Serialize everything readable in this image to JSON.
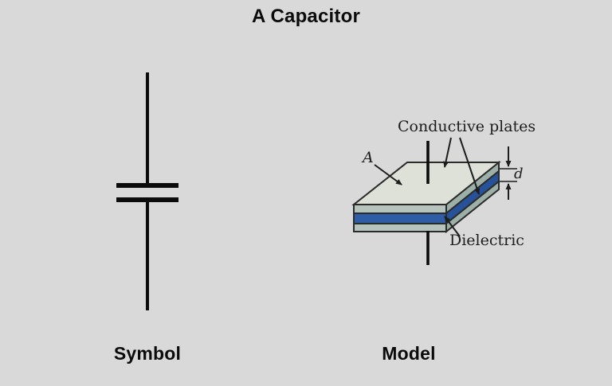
{
  "title": "A Capacitor",
  "captions": {
    "symbol": "Symbol",
    "model": "Model"
  },
  "model_labels": {
    "conductive_plates": "Conductive plates",
    "plate_area": "A",
    "plate_separation": "d",
    "dielectric": "Dielectric"
  },
  "colors": {
    "background": "#d9d9d9",
    "ink": "#0b0b0b",
    "diagram_outline": "#2b2b2b",
    "plate_top_face": "#dde1d8",
    "plate_front_face": "#b7c3bd",
    "plate_side_face": "#9db0a8",
    "dielectric_front": "#2e5da5",
    "dielectric_side": "#27529a",
    "label_ink": "#1d1d1d"
  }
}
